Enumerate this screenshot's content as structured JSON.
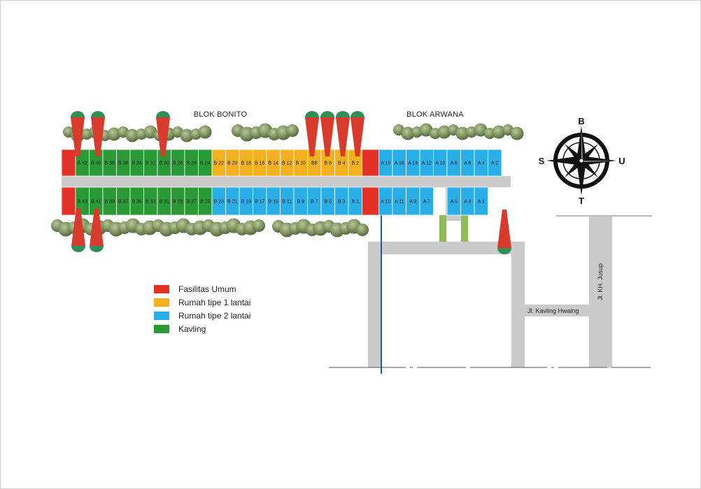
{
  "colors": {
    "fasilitas": "#e23127",
    "tipe1": "#f4b11f",
    "tipe2": "#29aee8",
    "kavling": "#2a9a37",
    "road": "#cbcbcb",
    "pathway": "#8fbc55",
    "water": "#1f5aa0"
  },
  "blocks": {
    "bonito": "BLOK BONITO",
    "arwana": "BLOK ARWANA"
  },
  "rows": {
    "top": [
      [
        "F",
        ""
      ],
      [
        "K",
        "B 42"
      ],
      [
        "K",
        "B 40"
      ],
      [
        "K",
        "B 38"
      ],
      [
        "K",
        "B 36"
      ],
      [
        "K",
        "B 34"
      ],
      [
        "K",
        "B 32"
      ],
      [
        "K",
        "B 30"
      ],
      [
        "K",
        "B 28"
      ],
      [
        "K",
        "B 26"
      ],
      [
        "K",
        "B 24"
      ],
      [
        "O",
        "B 22"
      ],
      [
        "O",
        "B 20"
      ],
      [
        "O",
        "B 18"
      ],
      [
        "O",
        "B 16"
      ],
      [
        "O",
        "B 14"
      ],
      [
        "O",
        "B 12"
      ],
      [
        "O",
        "B 10"
      ],
      [
        "O",
        "B8"
      ],
      [
        "O",
        "B 6"
      ],
      [
        "O",
        "B 4"
      ],
      [
        "O",
        "B 2"
      ],
      [
        "F",
        ""
      ],
      [
        "A",
        "A 18"
      ],
      [
        "A",
        "A 16"
      ],
      [
        "A",
        "A 14"
      ],
      [
        "A",
        "A 12"
      ],
      [
        "A",
        "A 10"
      ],
      [
        "A",
        "A 8"
      ],
      [
        "A",
        "A 6"
      ],
      [
        "A",
        "A 4"
      ],
      [
        "A",
        "A 2"
      ]
    ],
    "bottom": [
      [
        "F",
        ""
      ],
      [
        "K",
        "B 43"
      ],
      [
        "K",
        "B 41"
      ],
      [
        "K",
        "B 39"
      ],
      [
        "K",
        "B 37"
      ],
      [
        "K",
        "B 35"
      ],
      [
        "K",
        "B 33"
      ],
      [
        "K",
        "B 31"
      ],
      [
        "K",
        "B 29"
      ],
      [
        "K",
        "B 27"
      ],
      [
        "K",
        "B 25"
      ],
      [
        "A",
        "B 23"
      ],
      [
        "A",
        "B 21"
      ],
      [
        "A",
        "B 19"
      ],
      [
        "A",
        "B 17"
      ],
      [
        "A",
        "B 15"
      ],
      [
        "A",
        "B 11"
      ],
      [
        "A",
        "B 9"
      ],
      [
        "A",
        "B 7"
      ],
      [
        "A",
        "B 5"
      ],
      [
        "A",
        "B 3"
      ],
      [
        "A",
        "B 1"
      ],
      [
        "F",
        ""
      ],
      [
        "A",
        "A 15"
      ],
      [
        "A",
        "A 11"
      ],
      [
        "A",
        "A 9"
      ],
      [
        "A",
        "A 7"
      ],
      [
        "G",
        ""
      ],
      [
        "A",
        "A 5"
      ],
      [
        "A",
        "A 3"
      ],
      [
        "A",
        "A 1"
      ]
    ]
  },
  "compass": {
    "north": "B",
    "south": "T",
    "west": "S",
    "east": "U"
  },
  "roads": {
    "kavling": "Jl. Kavling Hwalng",
    "jusup": "Jl. KH. Jusup"
  },
  "legend": [
    {
      "color": "#e23127",
      "label": "Fasilitas Umum"
    },
    {
      "color": "#f4b11f",
      "label": "Rumah tipe 1 lantai"
    },
    {
      "color": "#29aee8",
      "label": "Rumah tipe 2 lantai"
    },
    {
      "color": "#2a9a37",
      "label": "Kavling"
    }
  ]
}
